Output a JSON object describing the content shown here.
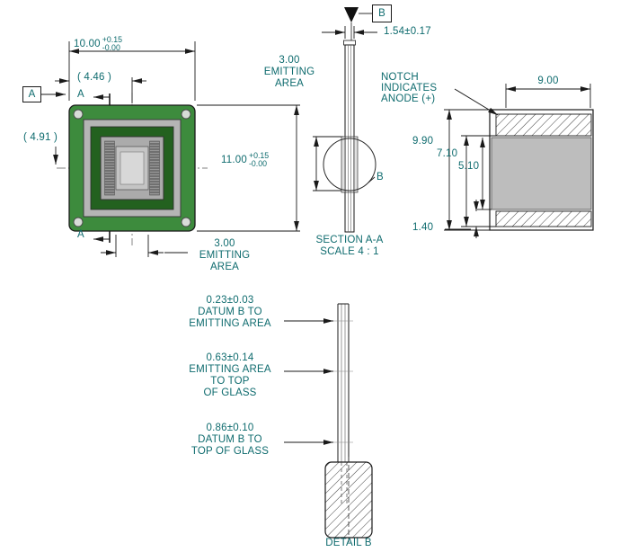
{
  "colors": {
    "annotation": "#0e6b6e",
    "line": "#1a1a1a",
    "pcb_green": "#3d8b3d",
    "pcb_inner_green": "#23611f",
    "frame_gray": "#b5b5b5",
    "chip_gray": "#ababab",
    "emitting_gray": "#d8d8d8"
  },
  "front_view": {
    "dim_width": {
      "value": "10.00",
      "tol_plus": "+0.15",
      "tol_minus": "-0.00"
    },
    "dim_ref_width": "( 4.46 )",
    "dim_ref_height": "( 4.91 )",
    "datum_label": "A",
    "section_mark_top": "A",
    "section_mark_bottom": "A",
    "dim_height": {
      "value": "11.00",
      "tol_plus": "+0.15",
      "tol_minus": "-0.00"
    },
    "emitting_area_vertical": [
      "3.00",
      "EMITTING",
      "AREA"
    ],
    "emitting_area_horizontal": [
      "3.00",
      "EMITTING",
      "AREA"
    ]
  },
  "section_view": {
    "flag_label": "B",
    "dim_thickness": "1.54±0.17",
    "detail_label": "B",
    "caption": "SECTION A-A",
    "scale": "SCALE 4 : 1"
  },
  "side_view": {
    "note_anode": [
      "NOTCH",
      "INDICATES",
      "ANODE (+)"
    ],
    "dim_width": "9.00",
    "dim_height_outer": "9.90",
    "dim_height_mid": "7.10",
    "dim_height_inner": "5.10",
    "dim_bottom": "1.40"
  },
  "detail_view": {
    "note_datum_emitting": [
      "0.23±0.03",
      "DATUM B TO",
      "EMITTING AREA"
    ],
    "note_emitting_glass": [
      "0.63±0.14",
      "EMITTING AREA",
      "TO TOP",
      "OF GLASS"
    ],
    "note_datum_glass": [
      "0.86±0.10",
      "DATUM B TO",
      "TOP OF GLASS"
    ],
    "caption": "DETAIL B"
  }
}
